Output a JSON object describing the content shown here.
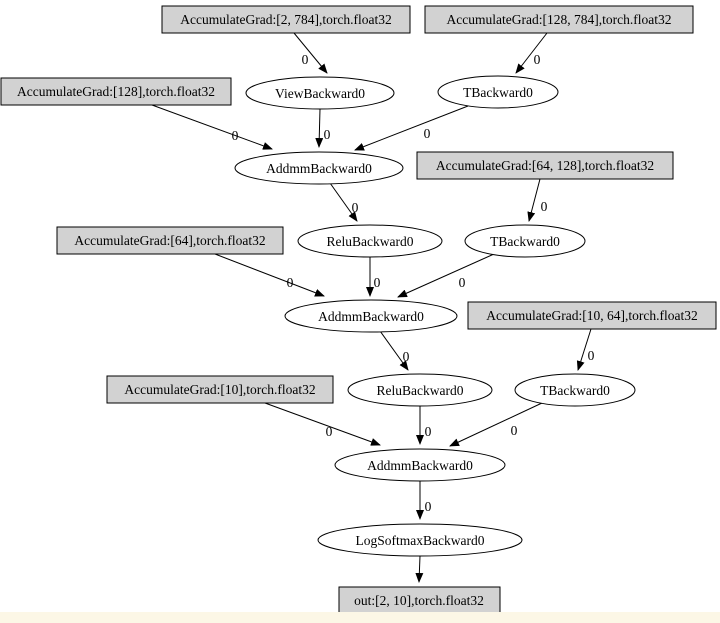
{
  "page": {
    "background": "#ffffff",
    "footer_strip_color": "#fcf7e6"
  },
  "graph": {
    "style": {
      "box_fill": "#d2d2d2",
      "ellipse_fill": "#ffffff",
      "node_stroke": "#000000",
      "text_color": "#000000"
    },
    "nodes": {
      "grad_2_784": "AccumulateGrad:[2, 784],torch.float32",
      "grad_128_784": "AccumulateGrad:[128, 784],torch.float32",
      "grad_128": "AccumulateGrad:[128],torch.float32",
      "view_backward": "ViewBackward0",
      "t_backward_1": "TBackward0",
      "addmm_backward_1": "AddmmBackward0",
      "grad_64_128": "AccumulateGrad:[64, 128],torch.float32",
      "grad_64": "AccumulateGrad:[64],torch.float32",
      "relu_backward_1": "ReluBackward0",
      "t_backward_2": "TBackward0",
      "addmm_backward_2": "AddmmBackward0",
      "grad_10_64": "AccumulateGrad:[10, 64],torch.float32",
      "grad_10": "AccumulateGrad:[10],torch.float32",
      "relu_backward_2": "ReluBackward0",
      "t_backward_3": "TBackward0",
      "addmm_backward_3": "AddmmBackward0",
      "logsoftmax_backward": "LogSoftmaxBackward0",
      "out": "out:[2, 10],torch.float32"
    },
    "edges": [
      {
        "from": "grad_2_784",
        "to": "view_backward",
        "label": "0"
      },
      {
        "from": "grad_128_784",
        "to": "t_backward_1",
        "label": "0"
      },
      {
        "from": "grad_128",
        "to": "addmm_backward_1",
        "label": "0"
      },
      {
        "from": "view_backward",
        "to": "addmm_backward_1",
        "label": "0"
      },
      {
        "from": "t_backward_1",
        "to": "addmm_backward_1",
        "label": "0"
      },
      {
        "from": "addmm_backward_1",
        "to": "relu_backward_1",
        "label": "0"
      },
      {
        "from": "grad_64_128",
        "to": "t_backward_2",
        "label": "0"
      },
      {
        "from": "grad_64",
        "to": "addmm_backward_2",
        "label": "0"
      },
      {
        "from": "relu_backward_1",
        "to": "addmm_backward_2",
        "label": "0"
      },
      {
        "from": "t_backward_2",
        "to": "addmm_backward_2",
        "label": "0"
      },
      {
        "from": "addmm_backward_2",
        "to": "relu_backward_2",
        "label": "0"
      },
      {
        "from": "grad_10_64",
        "to": "t_backward_3",
        "label": "0"
      },
      {
        "from": "grad_10",
        "to": "addmm_backward_3",
        "label": "0"
      },
      {
        "from": "relu_backward_2",
        "to": "addmm_backward_3",
        "label": "0"
      },
      {
        "from": "t_backward_3",
        "to": "addmm_backward_3",
        "label": "0"
      },
      {
        "from": "addmm_backward_3",
        "to": "logsoftmax_backward",
        "label": "0"
      },
      {
        "from": "logsoftmax_backward",
        "to": "out",
        "label": ""
      }
    ]
  }
}
